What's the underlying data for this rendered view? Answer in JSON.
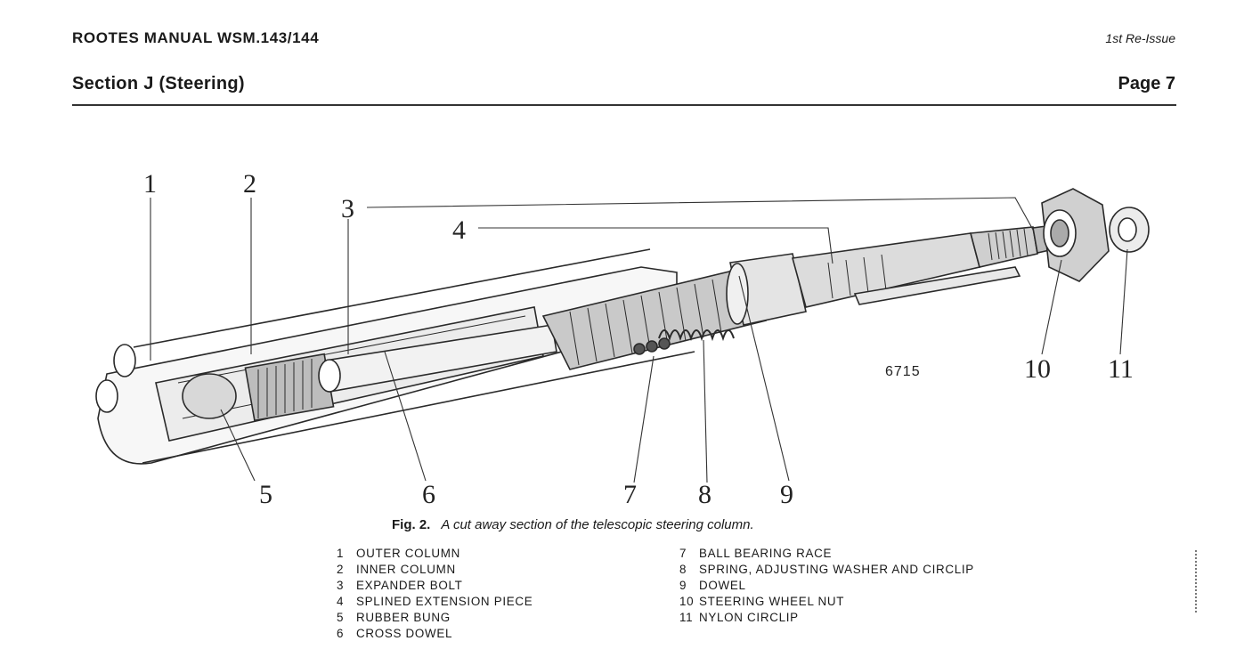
{
  "header": {
    "manual": "ROOTES MANUAL WSM.143/144",
    "issue": "1st Re-Issue",
    "section": "Section J (Steering)",
    "page": "Page 7"
  },
  "figure": {
    "callouts": [
      "1",
      "2",
      "3",
      "4",
      "5",
      "6",
      "7",
      "8",
      "9",
      "10",
      "11"
    ],
    "drawing_number": "6715",
    "caption_label": "Fig. 2.",
    "caption_text": "A cut away section of the telescopic steering column."
  },
  "legend_left": [
    {
      "num": "1",
      "text": "OUTER COLUMN"
    },
    {
      "num": "2",
      "text": "INNER COLUMN"
    },
    {
      "num": "3",
      "text": "EXPANDER BOLT"
    },
    {
      "num": "4",
      "text": "SPLINED EXTENSION PIECE"
    },
    {
      "num": "5",
      "text": "RUBBER BUNG"
    },
    {
      "num": "6",
      "text": "CROSS DOWEL"
    }
  ],
  "legend_right": [
    {
      "num": "7",
      "text": "BALL BEARING RACE"
    },
    {
      "num": "8",
      "text": "SPRING, ADJUSTING WASHER AND CIRCLIP"
    },
    {
      "num": "9",
      "text": "DOWEL"
    },
    {
      "num": "10",
      "text": "STEERING WHEEL NUT"
    },
    {
      "num": "11",
      "text": "NYLON CIRCLIP"
    }
  ]
}
